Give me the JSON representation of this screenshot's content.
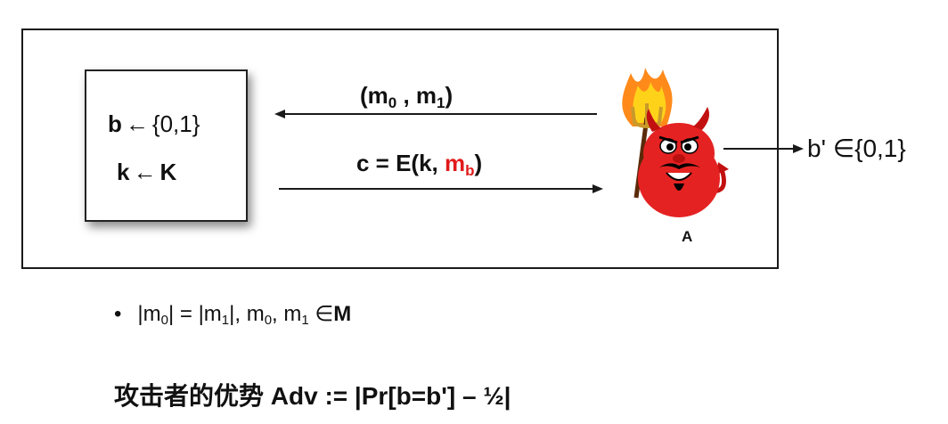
{
  "challenger": {
    "line1": {
      "lhs": "b",
      "op": "←",
      "rhs": "{0,1}"
    },
    "line2": {
      "lhs": "k",
      "op": "←",
      "rhs": "K"
    }
  },
  "query": {
    "prefix": "(m",
    "sub0": "0",
    "mid": " , m",
    "sub1": "1",
    "suffix": ")"
  },
  "response": {
    "prefix": "c = E(k, ",
    "m": "m",
    "sub": "b",
    "suffix": ")"
  },
  "adversary": {
    "label": "A",
    "icon": "devil-icon"
  },
  "output": {
    "text": "b' ∈{0,1}"
  },
  "bullet": {
    "mark": "•",
    "p1": "|m",
    "s1": "0",
    "p2": "| = |m",
    "s2": "1",
    "p3": "|,   m",
    "s3": "0",
    "p4": ",  m",
    "s4": "1",
    "p5": " ∈",
    "set": "M"
  },
  "advantage": {
    "text": "攻击者的优势 Adv := |Pr[b=b'] – ½|"
  },
  "colors": {
    "highlight": "#e01b1b",
    "line": "#1a1a1a"
  }
}
